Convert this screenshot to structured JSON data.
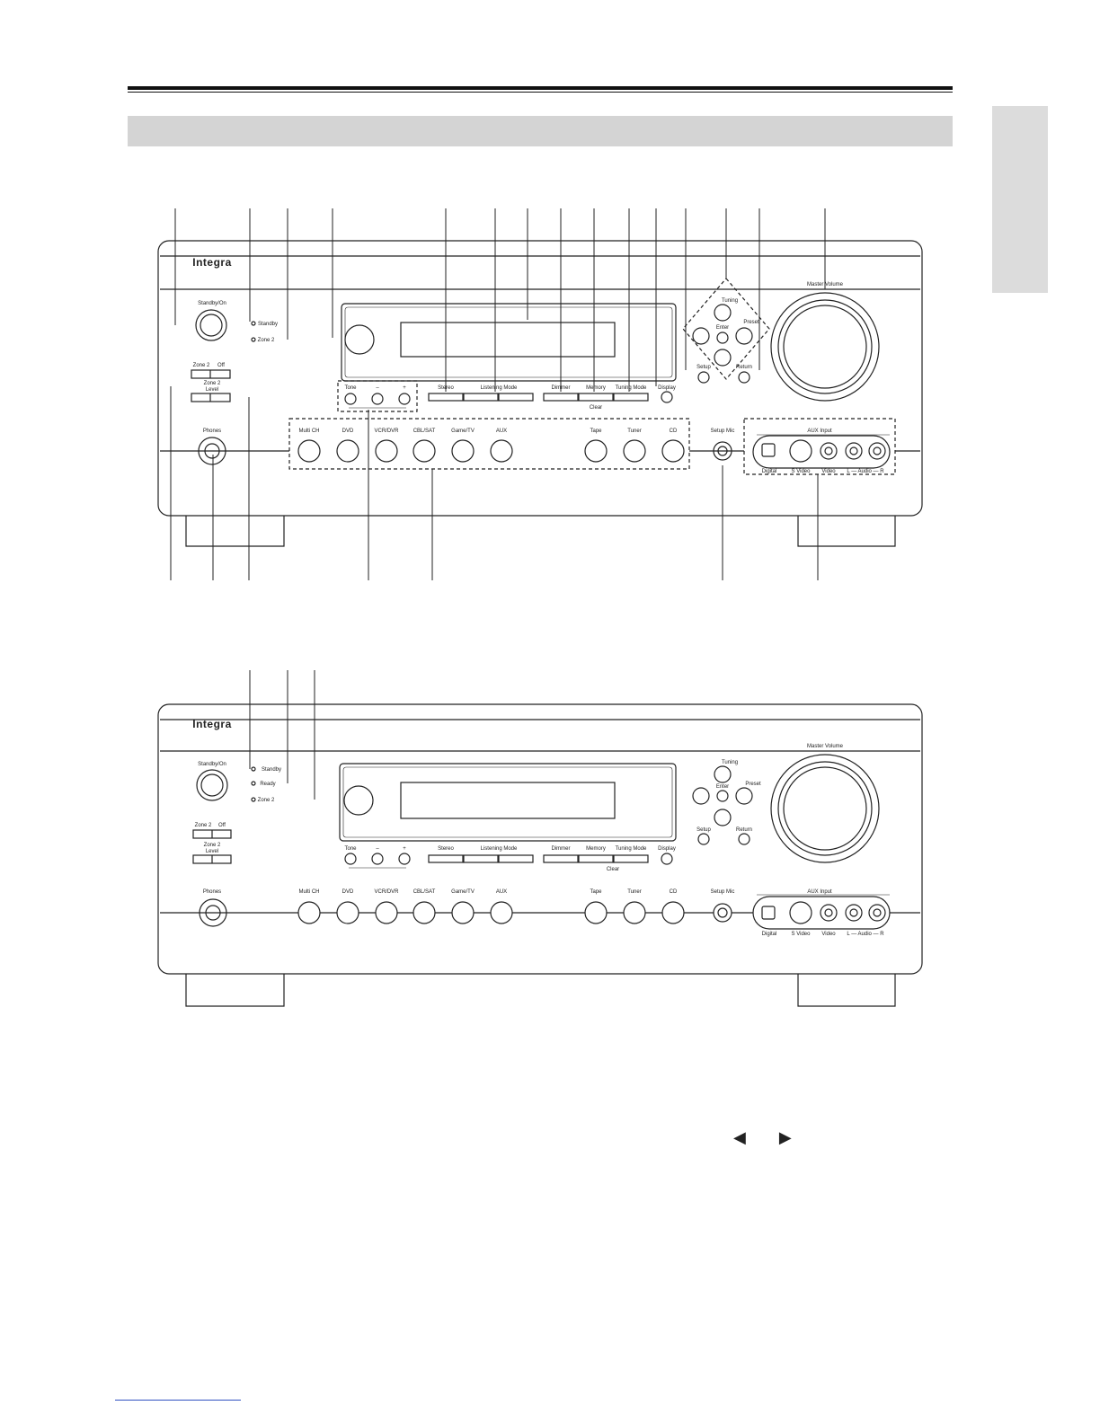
{
  "brand": "Integra",
  "panel": {
    "standby_on": "Standby/On",
    "standby": "Standby",
    "zone2_indicator": "Zone 2",
    "zone2_button": "Zone 2",
    "off_button": "Off",
    "zone2_level": "Zone 2",
    "level": "Level",
    "phones": "Phones",
    "tone": "Tone",
    "minus": "–",
    "plus": "+",
    "stereo": "Stereo",
    "listening_mode": "Listening Mode",
    "dimmer": "Dimmer",
    "memory": "Memory",
    "tuning_mode": "Tuning Mode",
    "clear": "Clear",
    "display": "Display",
    "tuning": "Tuning",
    "enter": "Enter",
    "preset": "Preset",
    "setup": "Setup",
    "return": "Return",
    "master_volume": "Master Volume",
    "setup_mic": "Setup Mic",
    "aux_input": "AUX Input",
    "digital": "Digital",
    "s_video": "S Video",
    "video": "Video",
    "audio_lr": "L — Audio — R",
    "sources": [
      "Multi CH",
      "DVD",
      "VCR/DVR",
      "CBL/SAT",
      "Game/TV",
      "AUX",
      "Tape",
      "Tuner",
      "CD"
    ]
  },
  "panel2": {
    "standby": "Standby",
    "ready": "Ready",
    "preset": "Preset"
  },
  "footer_arrows": "◀ ▶"
}
